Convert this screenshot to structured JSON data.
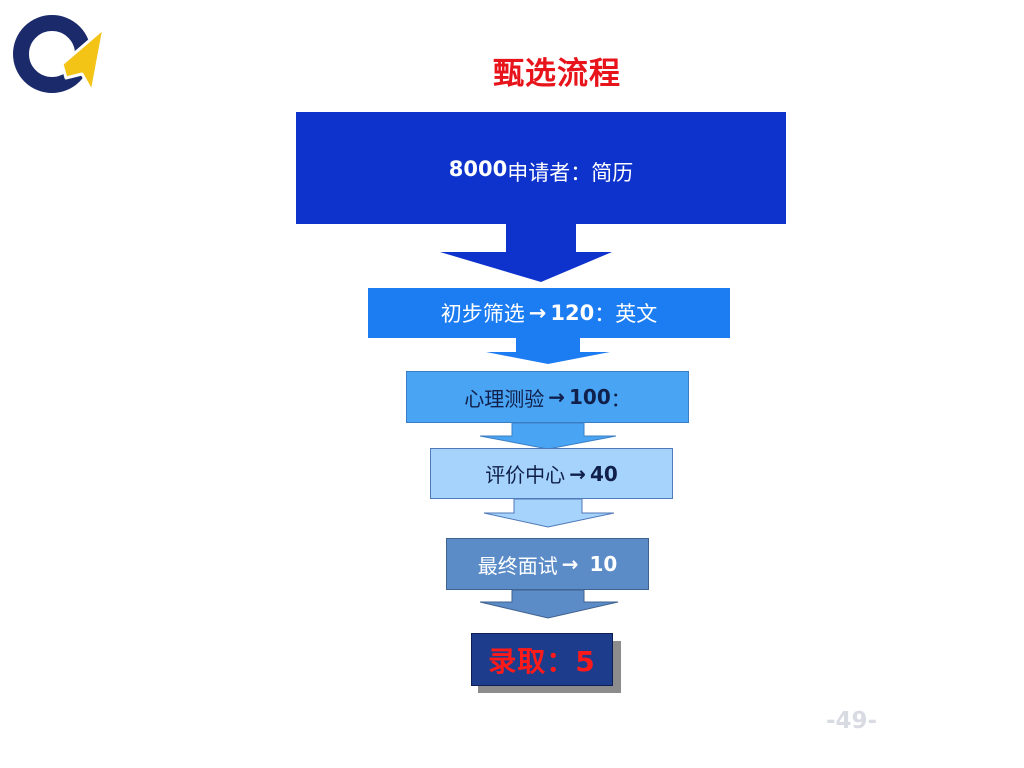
{
  "title": "甄选流程",
  "arrow_glyph": "→",
  "stages": [
    {
      "number": "8000",
      "text": " 申请者：简历"
    },
    {
      "prefix": "初步筛选",
      "number": "120",
      "suffix": "：英文"
    },
    {
      "prefix": "心理测验 ",
      "number": "100",
      "suffix": "："
    },
    {
      "prefix": "评价中心",
      "number": "40",
      "suffix": ""
    },
    {
      "prefix": "最终面试",
      "number": " 10",
      "suffix": ""
    }
  ],
  "final": {
    "text": "录取：5"
  },
  "page_number": "-49-",
  "colors": {
    "title": "#e8141b",
    "stage_0": "#0d33cc",
    "stage_1": "#1c7cf2",
    "stage_2": "#4aa4f4",
    "stage_3": "#a5d3fb",
    "stage_4": "#5b8cc8",
    "final_box": "#1e3c8c",
    "final_text": "#ff1a1a",
    "logo_navy": "#1b2a6b",
    "logo_gold": "#f3c316"
  }
}
